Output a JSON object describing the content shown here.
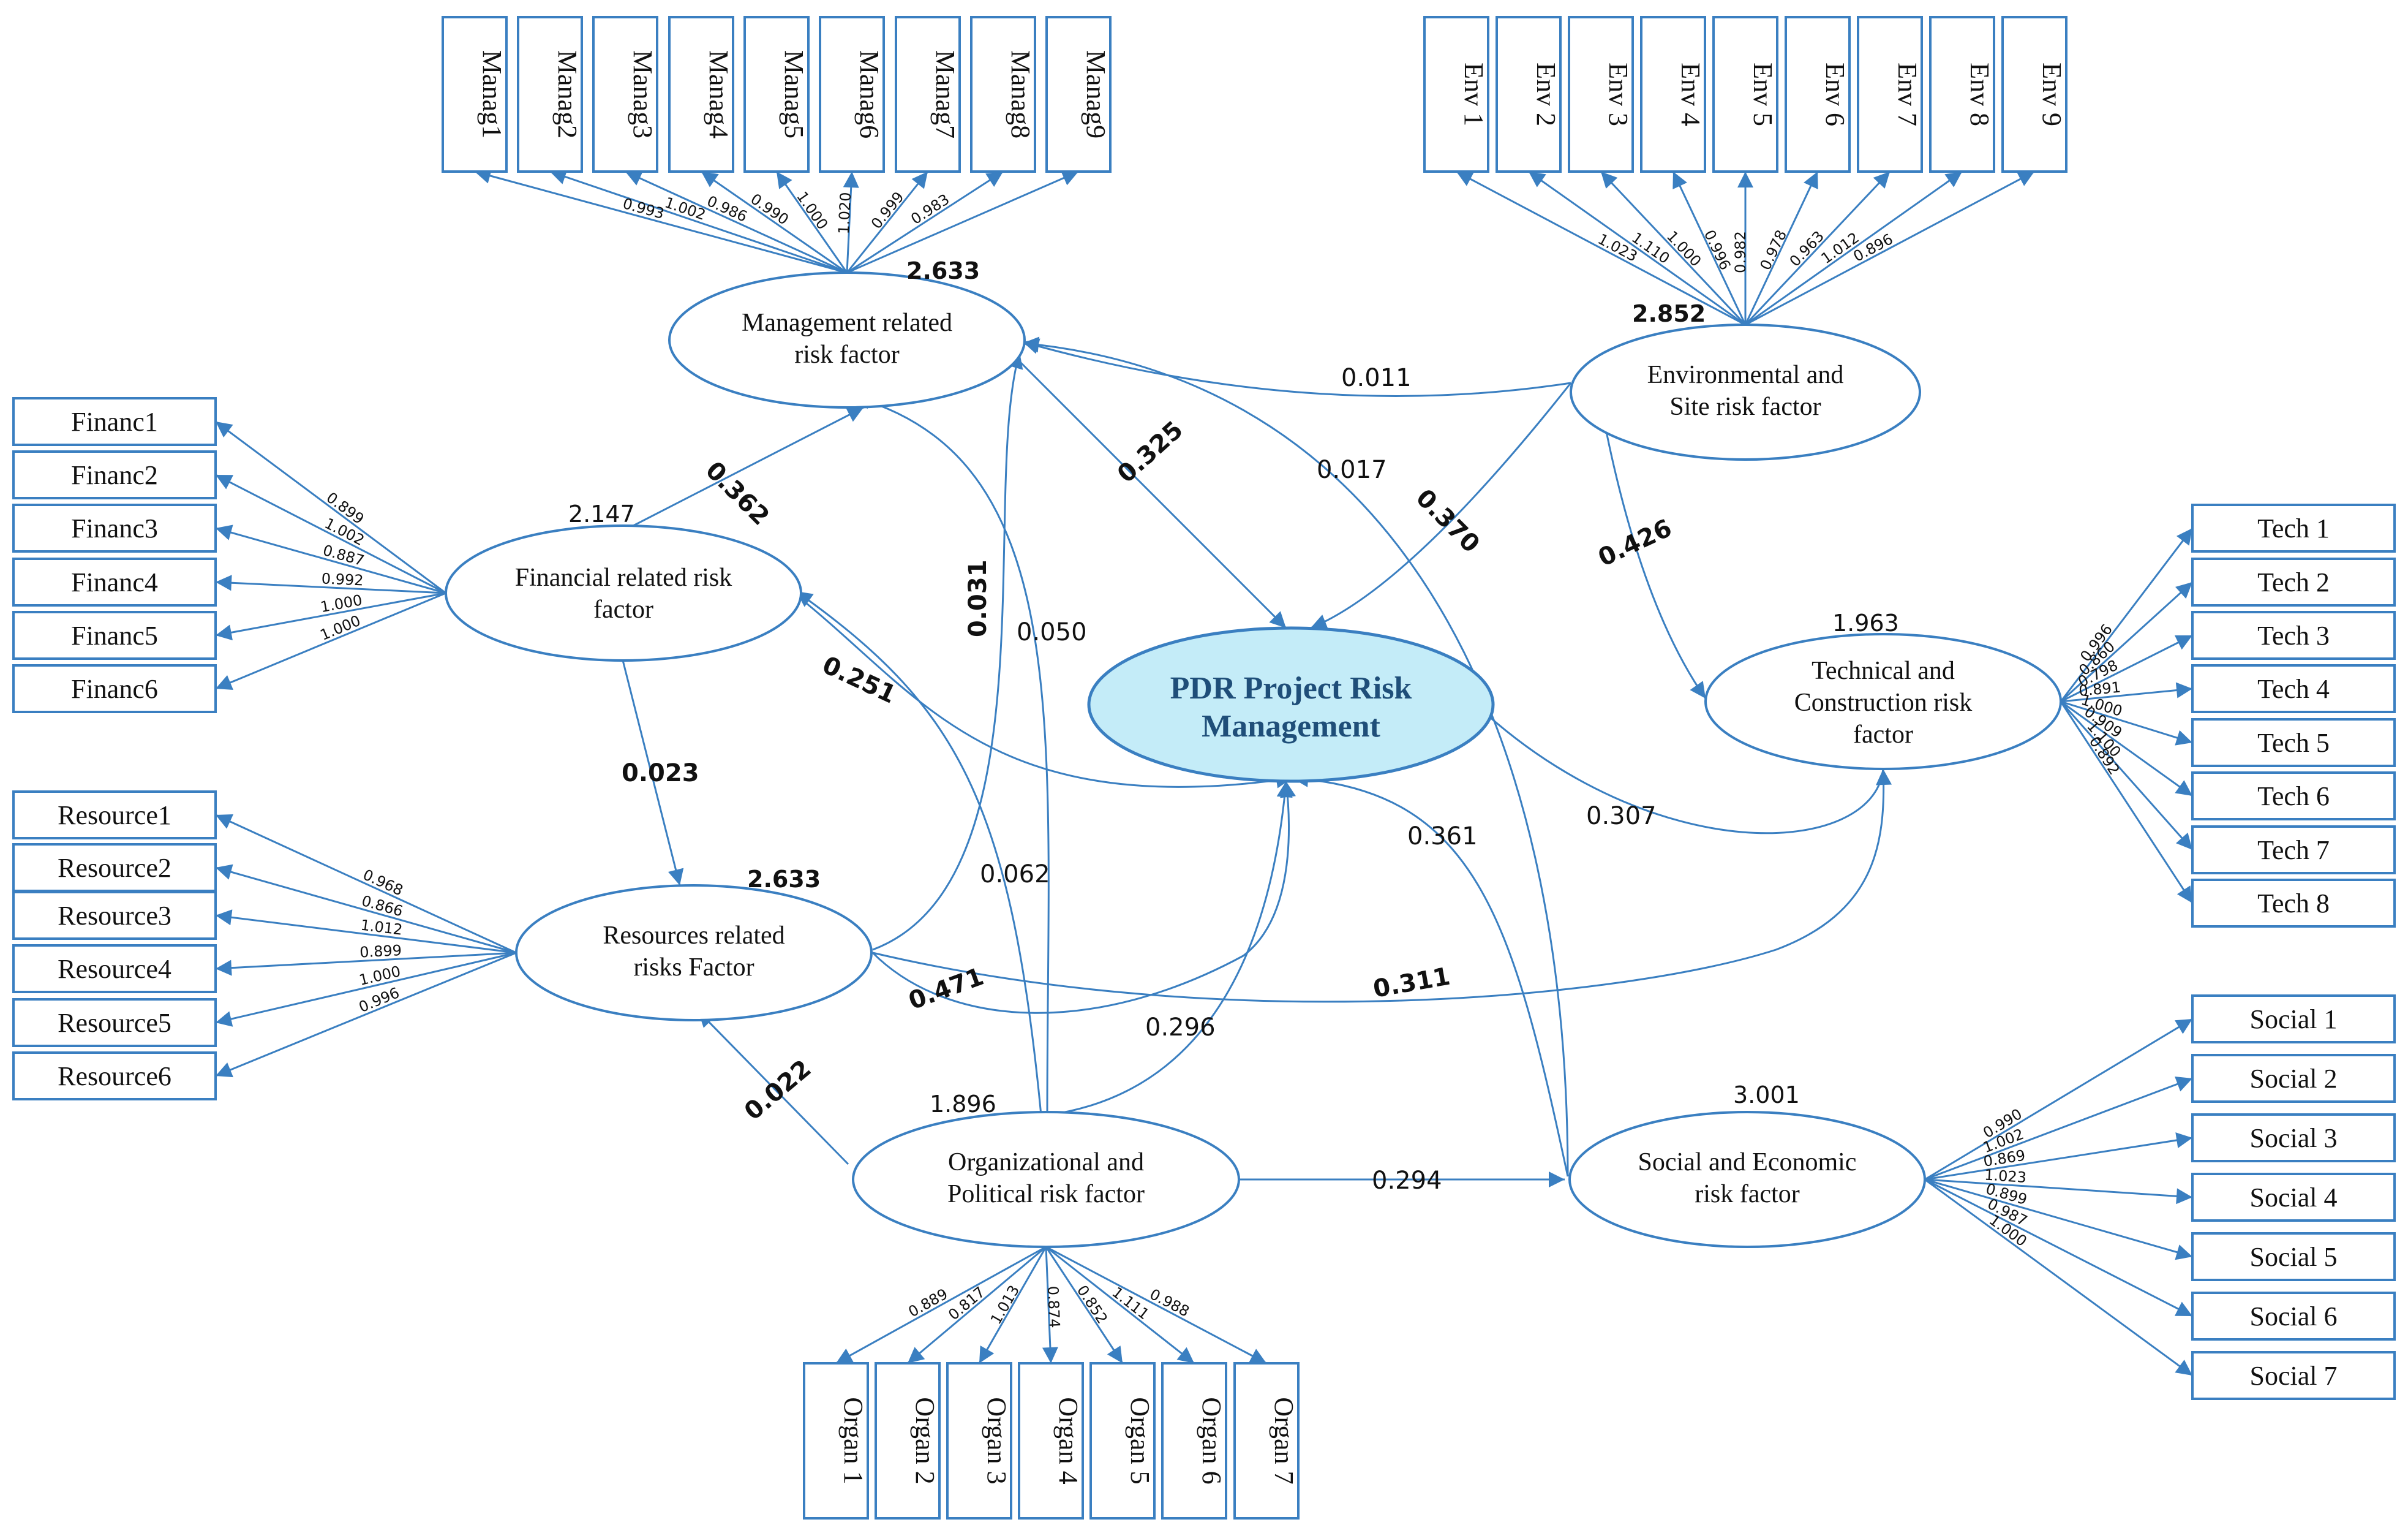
{
  "main_node": {
    "line1": "PDR Project Risk",
    "line2": "Management"
  },
  "latent": {
    "management": {
      "line1": "Management related",
      "line2": "risk factor",
      "line3": "",
      "variance": "2.633"
    },
    "environmental": {
      "line1": "Environmental and",
      "line2": "Site risk factor",
      "line3": "",
      "variance": "2.852"
    },
    "financial": {
      "line1": "Financial related risk",
      "line2": "factor",
      "line3": "",
      "variance": "2.147"
    },
    "technical": {
      "line1": "Technical and",
      "line2": "Construction risk",
      "line3": "factor",
      "variance": "1.963"
    },
    "resources": {
      "line1": "Resources related",
      "line2": "risks Factor",
      "line3": "",
      "variance": "2.633"
    },
    "organizational": {
      "line1": "Organizational and",
      "line2": "Political risk factor",
      "line3": "",
      "variance": "1.896"
    },
    "social": {
      "line1": "Social and Economic",
      "line2": "risk factor",
      "line3": "",
      "variance": "3.001"
    }
  },
  "indicators": {
    "manag": {
      "labels": [
        "Manag1",
        "Manag2",
        "Manag3",
        "Manag4",
        "Manag5",
        "Manag6",
        "Manag7",
        "Manag8",
        "Manag9"
      ],
      "loadings": [
        "0.993",
        "1.002",
        "0.986",
        "0.990",
        "1.000",
        "1.020",
        "0.999",
        "0.983"
      ]
    },
    "env": {
      "labels": [
        "Env 1",
        "Env 2",
        "Env 3",
        "Env 4",
        "Env 5",
        "Env 6",
        "Env 7",
        "Env 8",
        "Env 9"
      ],
      "loadings": [
        "1.023",
        "1.110",
        "1.000",
        "0.996",
        "0.982",
        "0.978",
        "0.963",
        "1.012",
        "0.896"
      ]
    },
    "financ": {
      "labels": [
        "Financ1",
        "Financ2",
        "Financ3",
        "Financ4",
        "Financ5",
        "Financ6"
      ],
      "loadings": [
        "0.899",
        "1.002",
        "0.887",
        "0.992",
        "1.000",
        "1.000"
      ]
    },
    "resource": {
      "labels": [
        "Resource1",
        "Resource2",
        "Resource3",
        "Resource4",
        "Resource5",
        "Resource6"
      ],
      "loadings": [
        "0.968",
        "0.866",
        "1.012",
        "0.899",
        "1.000",
        "0.996"
      ]
    },
    "tech": {
      "labels": [
        "Tech 1",
        "Tech 2",
        "Tech 3",
        "Tech 4",
        "Tech 5",
        "Tech 6",
        "Tech 7",
        "Tech 8"
      ],
      "loadings": [
        "0.996",
        "0.860",
        "0.798",
        "0.891",
        "1.000",
        "0.909",
        "1.100",
        "0.892"
      ]
    },
    "social": {
      "labels": [
        "Social 1",
        "Social 2",
        "Social 3",
        "Social 4",
        "Social 5",
        "Social 6",
        "Social 7"
      ],
      "loadings": [
        "0.990",
        "1.002",
        "0.869",
        "1.023",
        "0.899",
        "0.987",
        "1.000"
      ]
    },
    "organ": {
      "labels": [
        "Organ 1",
        "Organ 2",
        "Organ 3",
        "Organ 4",
        "Organ 5",
        "Organ 6",
        "Organ 7"
      ],
      "loadings": [
        "0.889",
        "0.817",
        "1.013",
        "0.874",
        "0.852",
        "1.111",
        "0.988"
      ]
    }
  },
  "paths": {
    "env_manag": "0.011",
    "social_manag": "0.017",
    "fin_manag": "0.362",
    "manag_main": "0.325",
    "env_main": "0.370",
    "env_tech": "0.426",
    "res_manag": "0.031",
    "org_manag": "0.050",
    "fin_main": "0.251",
    "fin_res": "0.023",
    "org_fin": "0.062",
    "tech_main": "0.307",
    "social_main": "0.361",
    "res_tech": "0.311",
    "res_main": "0.471",
    "org_main": "0.296",
    "org_res": "0.022",
    "org_social": "0.294"
  }
}
